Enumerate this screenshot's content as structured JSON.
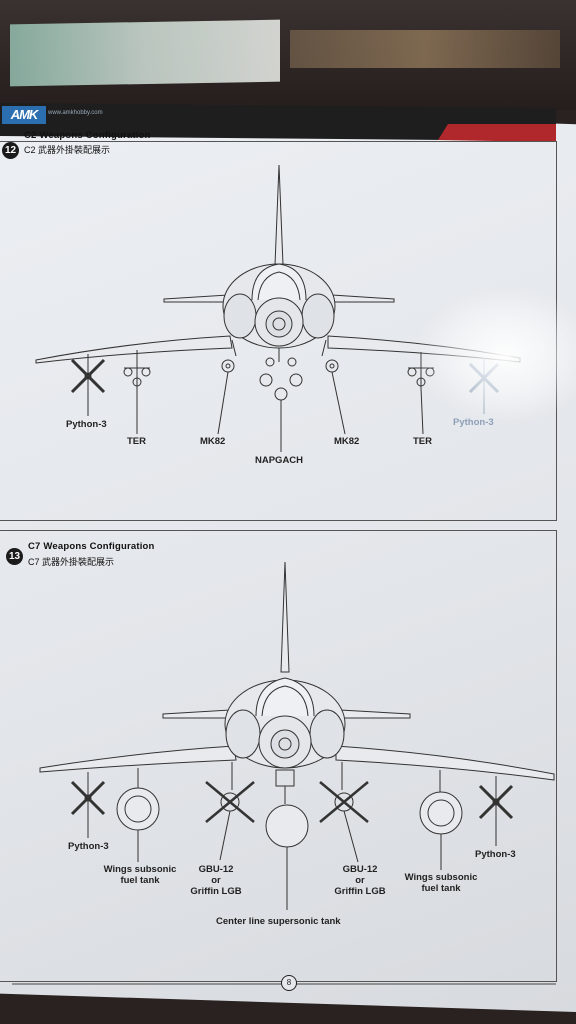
{
  "header": {
    "brand": "AMK",
    "site": "www.amkhobby.com",
    "colors": {
      "brand_blue": "#2c6fb0",
      "bar_dark": "#1e1e1e",
      "bar_red": "#b0282c"
    }
  },
  "sections": [
    {
      "step": "12",
      "title_en": "C2 Weapons Configuration",
      "title_cn": "C2 武器外掛裝配展示",
      "labels": {
        "python_left": "Python-3",
        "ter_left": "TER",
        "mk82_left": "MK82",
        "napgach": "NAPGACH",
        "mk82_right": "MK82",
        "ter_right": "TER",
        "python_right": "Python-3"
      }
    },
    {
      "step": "13",
      "title_en": "C7 Weapons Configuration",
      "title_cn": "C7 武器外掛裝配展示",
      "labels": {
        "python_left": "Python-3",
        "tank_left_1": "Wings subsonic",
        "tank_left_2": "fuel tank",
        "gbu_left_1": "GBU-12",
        "gbu_left_2": "or",
        "gbu_left_3": "Griffin LGB",
        "center_tank": "Center line supersonic tank",
        "gbu_right_1": "GBU-12",
        "gbu_right_2": "or",
        "gbu_right_3": "Griffin LGB",
        "tank_right_1": "Wings subsonic",
        "tank_right_2": "fuel tank",
        "python_right": "Python-3"
      }
    }
  ],
  "footer": {
    "page_number": "8"
  }
}
